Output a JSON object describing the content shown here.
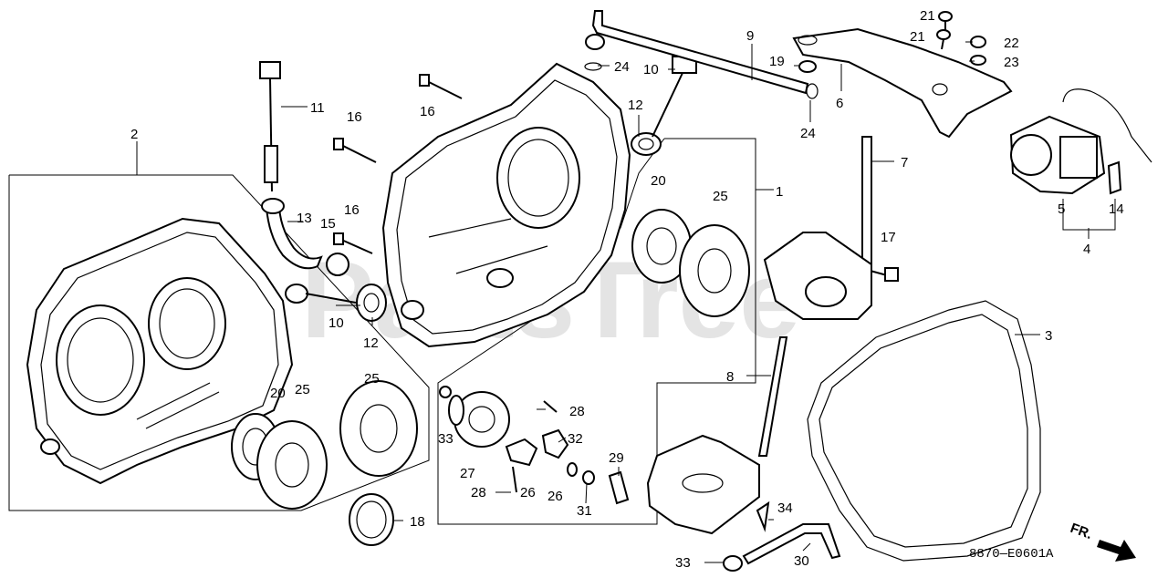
{
  "watermark": "PartsTree",
  "diagram_code": "8870—E0601A",
  "direction_label": "FR.",
  "callouts": {
    "c1": "1",
    "c2": "2",
    "c3": "3",
    "c4": "4",
    "c5": "5",
    "c6": "6",
    "c7": "7",
    "c8": "8",
    "c9": "9",
    "c10a": "10",
    "c10b": "10",
    "c11": "11",
    "c12a": "12",
    "c12b": "12",
    "c13": "13",
    "c14": "14",
    "c15": "15",
    "c16a": "16",
    "c16b": "16",
    "c16c": "16",
    "c17": "17",
    "c18": "18",
    "c19": "19",
    "c20a": "20",
    "c20b": "20",
    "c21a": "21",
    "c21b": "21",
    "c22": "22",
    "c23": "23",
    "c24a": "24",
    "c24b": "24",
    "c25a": "25",
    "c25b": "25",
    "c26a": "26",
    "c26b": "26",
    "c27": "27",
    "c28a": "28",
    "c28b": "28",
    "c29": "29",
    "c30": "30",
    "c31": "31",
    "c32": "32",
    "c33a": "33",
    "c33b": "33",
    "c34": "34"
  }
}
